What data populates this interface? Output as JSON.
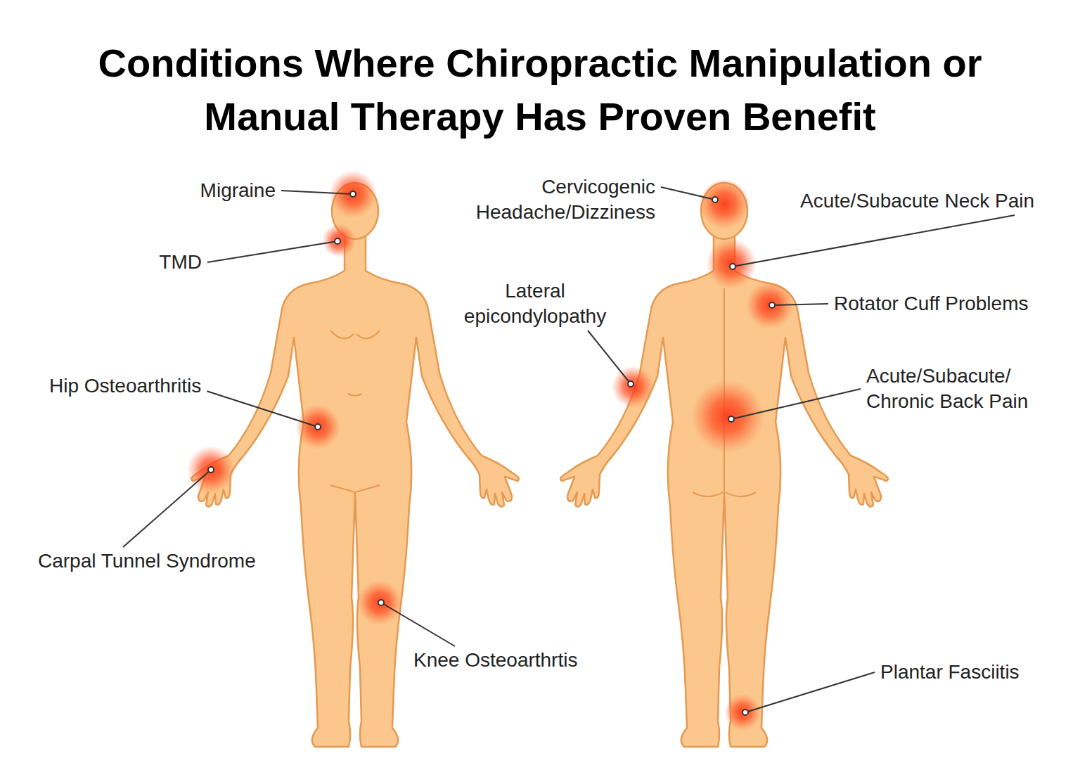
{
  "diagram": {
    "title": "Conditions Where Chiropractic Manipulation or Manual Therapy Has Proven Benefit",
    "labels": [
      "Migraine",
      "TMD",
      "Hip Osteoarthritis",
      "Carpal Tunnel Syndrome",
      "Knee Osteoarthrtis",
      "Cervicogenic Headache/Dizziness",
      "Lateral epicondylopathy",
      "Acute/Subacute Neck Pain",
      "Rotator Cuff Problems",
      "Acute/Subacute/ Chronic Back Pain",
      "Plantar Fasciitis"
    ]
  }
}
